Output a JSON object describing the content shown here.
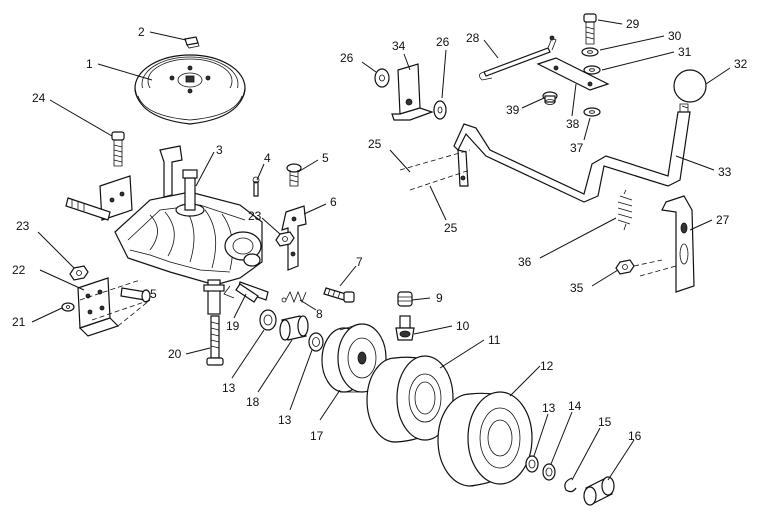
{
  "diagram": {
    "callouts": [
      {
        "id": "c1",
        "text": "1"
      },
      {
        "id": "c2",
        "text": "2"
      },
      {
        "id": "c3",
        "text": "3"
      },
      {
        "id": "c4",
        "text": "4"
      },
      {
        "id": "c5a",
        "text": "5"
      },
      {
        "id": "c5b",
        "text": "5"
      },
      {
        "id": "c6",
        "text": "6"
      },
      {
        "id": "c7",
        "text": "7"
      },
      {
        "id": "c8",
        "text": "8"
      },
      {
        "id": "c9",
        "text": "9"
      },
      {
        "id": "c10",
        "text": "10"
      },
      {
        "id": "c11",
        "text": "11"
      },
      {
        "id": "c12",
        "text": "12"
      },
      {
        "id": "c13a",
        "text": "13"
      },
      {
        "id": "c13b",
        "text": "13"
      },
      {
        "id": "c13c",
        "text": "13"
      },
      {
        "id": "c14",
        "text": "14"
      },
      {
        "id": "c15",
        "text": "15"
      },
      {
        "id": "c16",
        "text": "16"
      },
      {
        "id": "c17",
        "text": "17"
      },
      {
        "id": "c18",
        "text": "18"
      },
      {
        "id": "c19",
        "text": "19"
      },
      {
        "id": "c20",
        "text": "20"
      },
      {
        "id": "c21",
        "text": "21"
      },
      {
        "id": "c22",
        "text": "22"
      },
      {
        "id": "c23a",
        "text": "23"
      },
      {
        "id": "c23b",
        "text": "23"
      },
      {
        "id": "c24",
        "text": "24"
      },
      {
        "id": "c25a",
        "text": "25"
      },
      {
        "id": "c25b",
        "text": "25"
      },
      {
        "id": "c26a",
        "text": "26"
      },
      {
        "id": "c26b",
        "text": "26"
      },
      {
        "id": "c27",
        "text": "27"
      },
      {
        "id": "c28",
        "text": "28"
      },
      {
        "id": "c29",
        "text": "29"
      },
      {
        "id": "c30",
        "text": "30"
      },
      {
        "id": "c31",
        "text": "31"
      },
      {
        "id": "c32",
        "text": "32"
      },
      {
        "id": "c33",
        "text": "33"
      },
      {
        "id": "c34",
        "text": "34"
      },
      {
        "id": "c35",
        "text": "35"
      },
      {
        "id": "c36",
        "text": "36"
      },
      {
        "id": "c37",
        "text": "37"
      },
      {
        "id": "c38",
        "text": "38"
      },
      {
        "id": "c39",
        "text": "39"
      }
    ]
  }
}
